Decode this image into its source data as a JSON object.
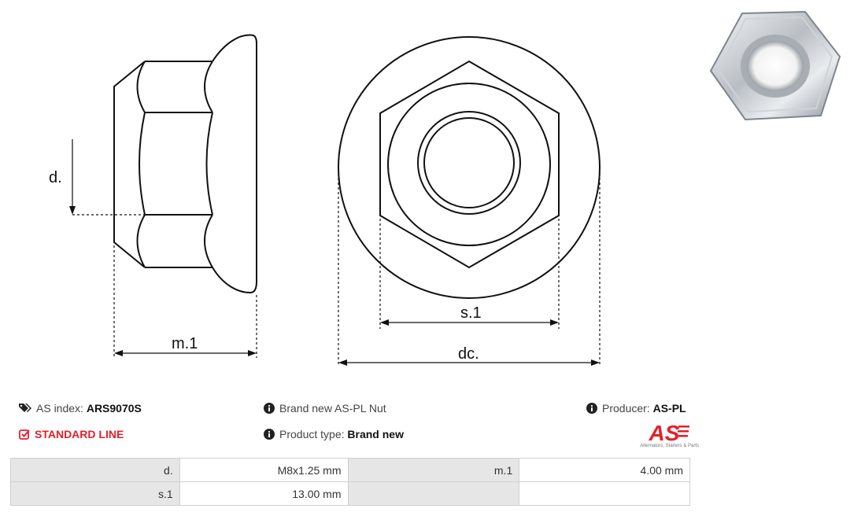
{
  "drawing": {
    "label_d": "d.",
    "label_m1": "m.1",
    "label_s1": "s.1",
    "label_dc": "dc."
  },
  "info": {
    "as_index_label": "AS index:",
    "as_index_value": "ARS9070S",
    "standard_line": "STANDARD LINE",
    "description": "Brand new AS-PL Nut",
    "product_type_label": "Product type:",
    "product_type_value": "Brand new",
    "producer_label": "Producer:",
    "producer_value": "AS-PL"
  },
  "logo": {
    "mark": "AS",
    "tagline": "Alternators, Starters & Parts"
  },
  "specs": {
    "rows": [
      [
        "d.",
        "M8x1.25 mm",
        "m.1",
        "4.00 mm"
      ],
      [
        "s.1",
        "13.00 mm",
        "",
        ""
      ]
    ]
  },
  "colors": {
    "accent_red": "#e3202a",
    "label_cell_bg": "#e6e6e6",
    "line": "#111111"
  },
  "icons": [
    "tags-icon",
    "info-circle-icon",
    "check-square-icon"
  ]
}
